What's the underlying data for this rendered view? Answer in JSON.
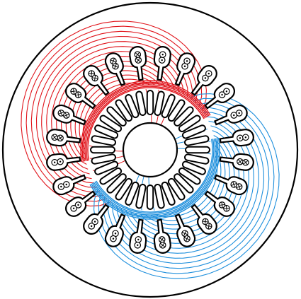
{
  "diagram": {
    "stator_slot_count": 24,
    "rotor_slot_count": 32,
    "colors": {
      "outline": "#000000",
      "positive_flux": "#e0141b",
      "negative_flux": "#1e8fdc",
      "conductor_fill": "#ffffff"
    },
    "flux_line_count_per_side": 14,
    "conductor_marks": {
      "cross": "⊗",
      "dot": "⊙"
    }
  }
}
